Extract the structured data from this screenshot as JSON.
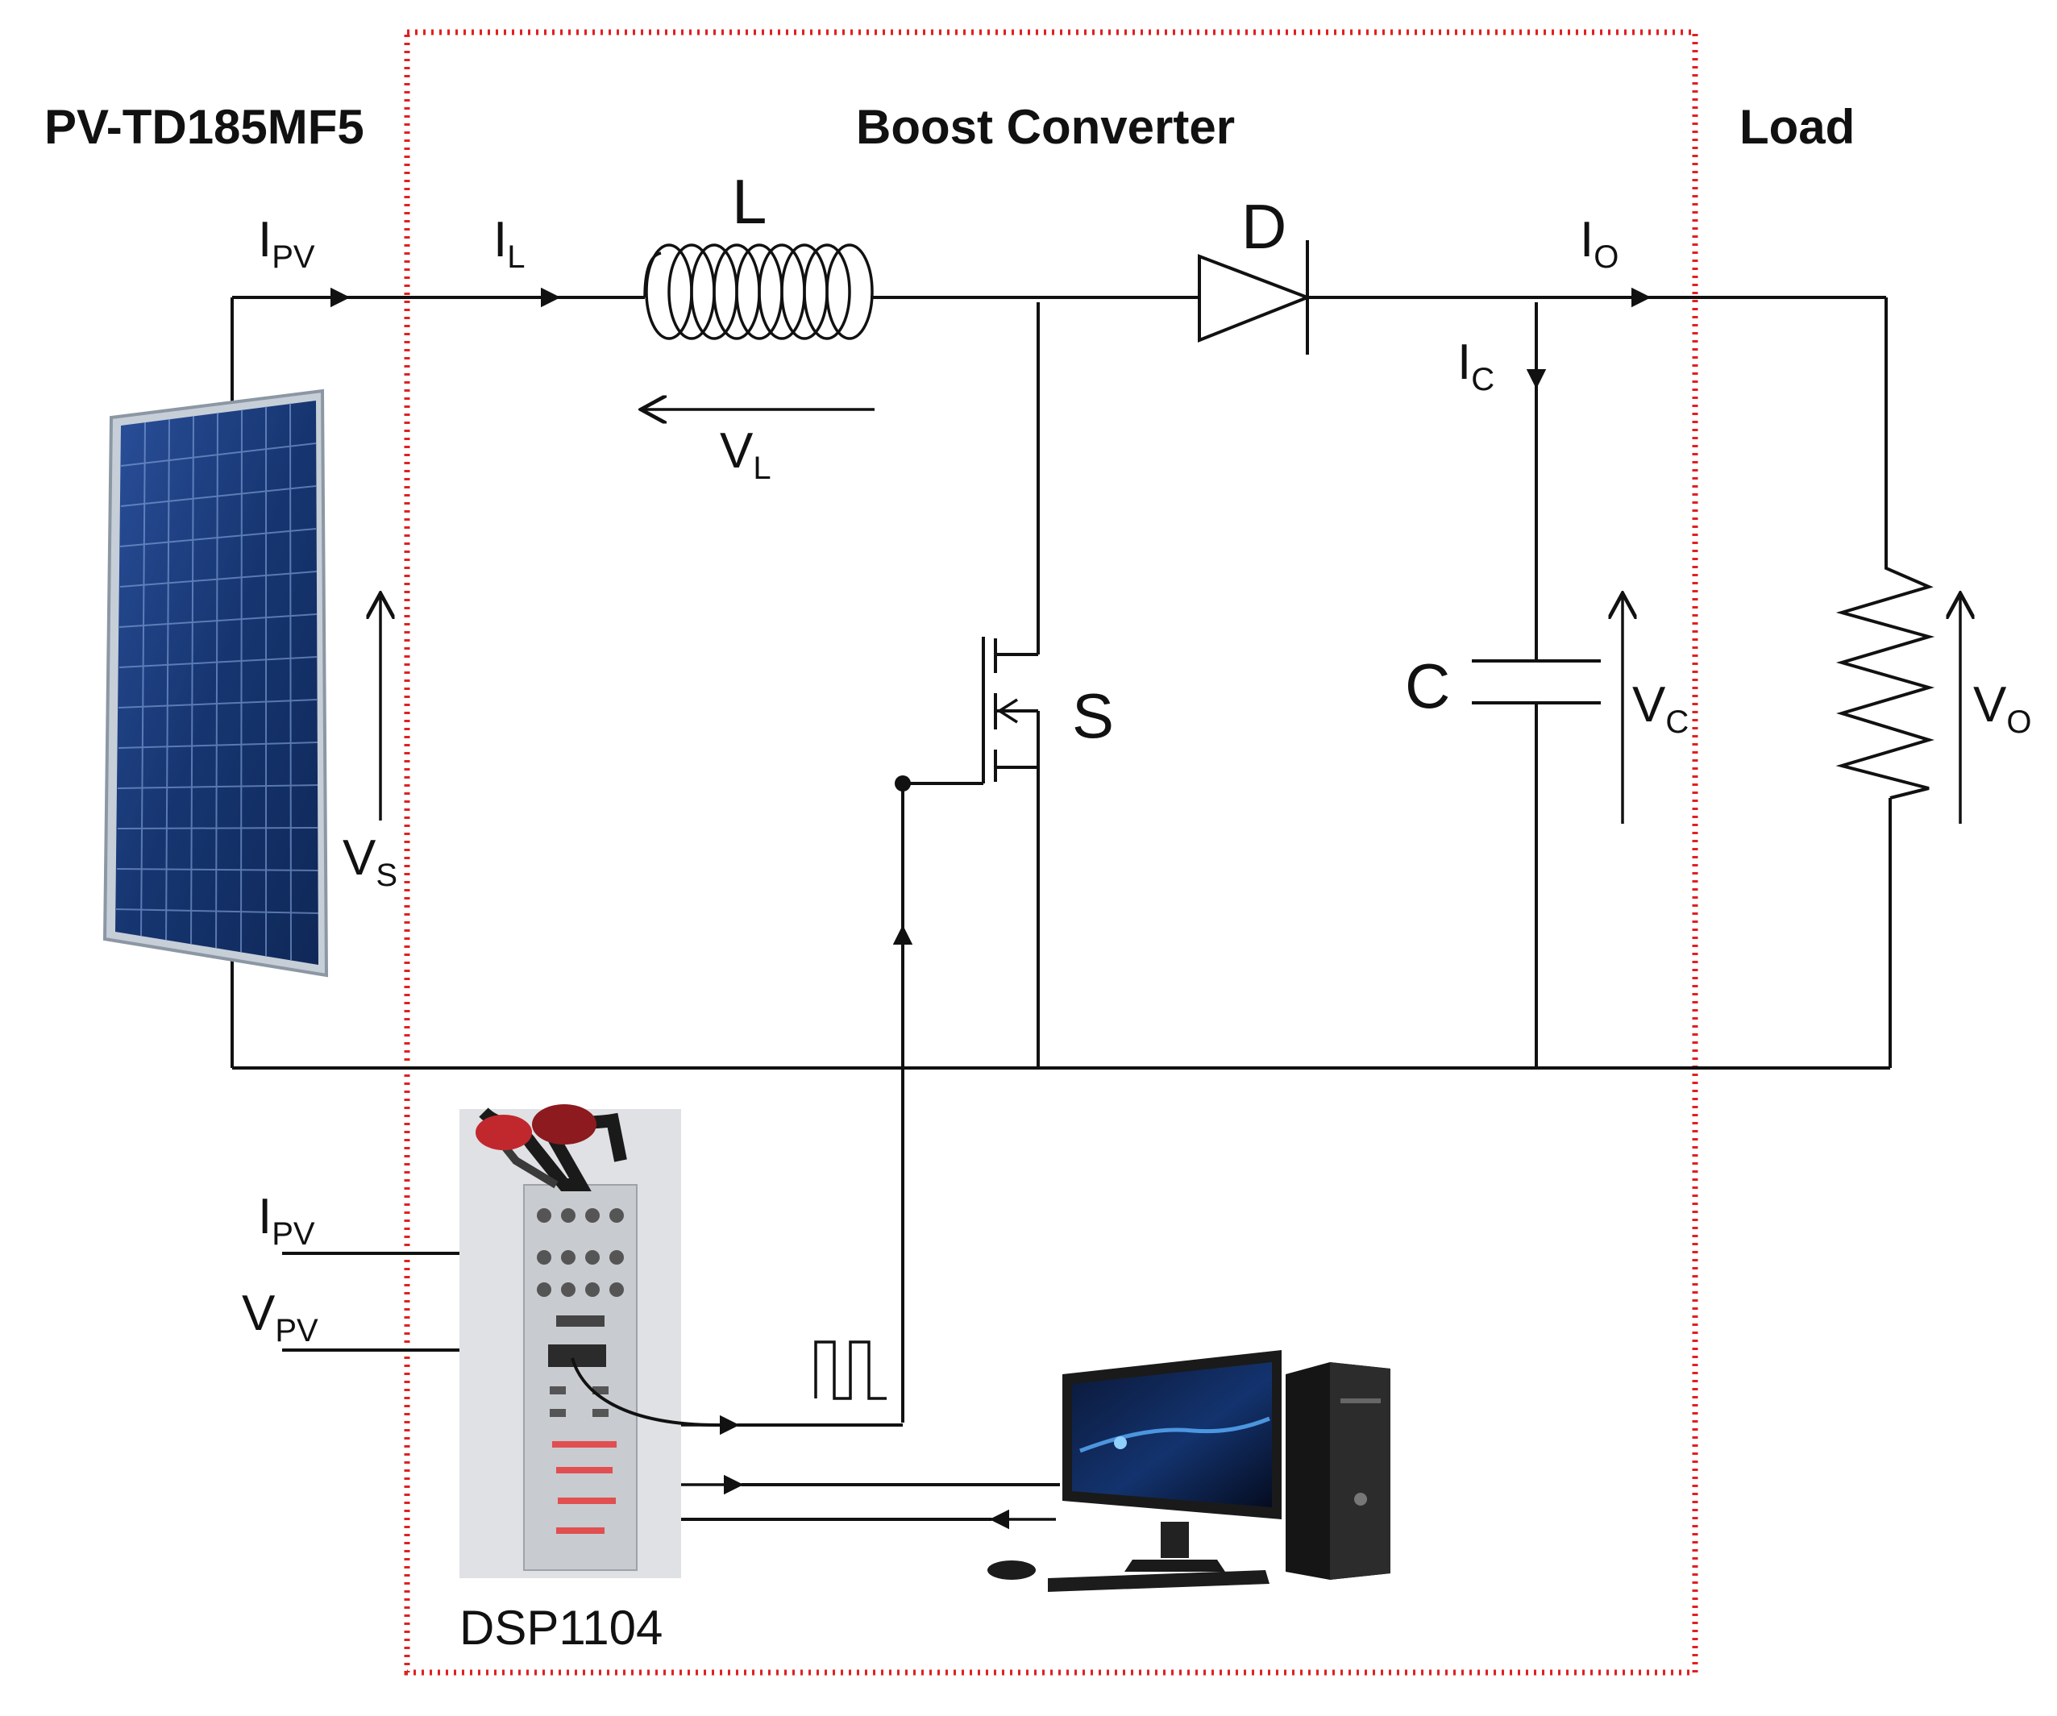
{
  "sections": {
    "pv_label": "PV-TD185MF5",
    "converter_label": "Boost Converter",
    "load_label": "Load"
  },
  "components": {
    "inductor": "L",
    "diode": "D",
    "switch": "S",
    "capacitor": "C",
    "controller": "DSP1104"
  },
  "signals": {
    "i_pv": {
      "main": "I",
      "sub": "PV"
    },
    "i_l": {
      "main": "I",
      "sub": "L"
    },
    "i_o": {
      "main": "I",
      "sub": "O"
    },
    "i_c": {
      "main": "I",
      "sub": "C"
    },
    "v_l": {
      "main": "V",
      "sub": "L"
    },
    "v_s": {
      "main": "V",
      "sub": "S"
    },
    "v_c": {
      "main": "V",
      "sub": "C"
    },
    "v_o": {
      "main": "V",
      "sub": "O"
    },
    "i_pv_in": {
      "main": "I",
      "sub": "PV"
    },
    "v_pv_in": {
      "main": "V",
      "sub": "PV"
    }
  },
  "colors": {
    "boundary": "#e02020",
    "wire": "#111111",
    "panel_cell": "#1a3a78",
    "panel_frame": "#b8c4d0",
    "screen": "#0a1a3a"
  },
  "icons": {
    "solar_panel": "solar-panel-icon",
    "dsp_board": "dsp-board-icon",
    "computer": "desktop-computer-icon",
    "pwm_signal": "pwm-pulse-icon"
  }
}
